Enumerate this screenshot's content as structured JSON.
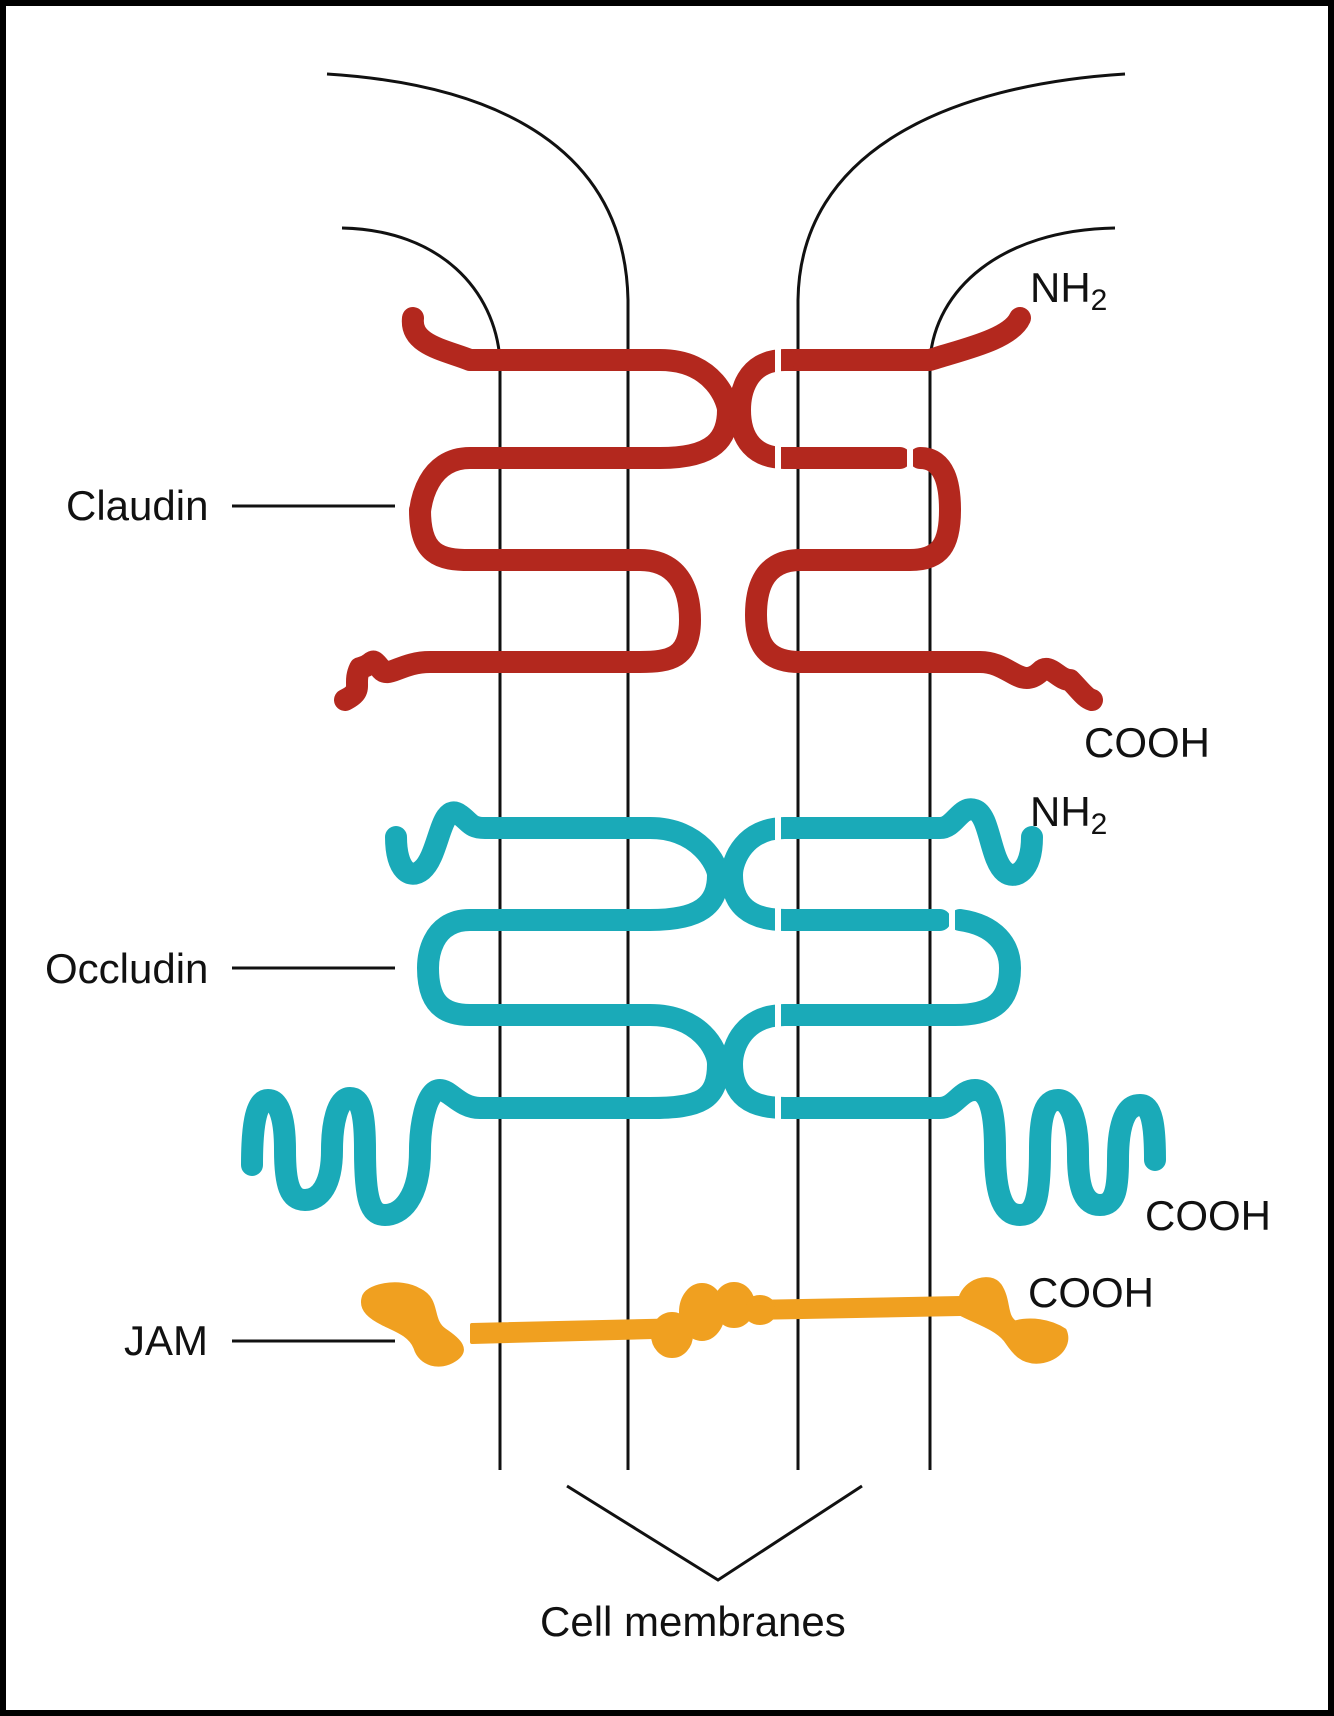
{
  "labels": {
    "claudin": "Claudin",
    "occludin": "Occludin",
    "jam": "JAM",
    "cell_membranes": "Cell membranes",
    "claudin_n_terminus": "NH",
    "claudin_n_sub": "2",
    "claudin_c_terminus": "COOH",
    "occludin_n_terminus": "NH",
    "occludin_n_sub": "2",
    "occludin_c_terminus": "COOH",
    "jam_c_terminus": "COOH"
  },
  "colors": {
    "claudin": "#b3281e",
    "occludin": "#1aaab8",
    "jam": "#f0a020",
    "membrane": "#111111",
    "frame": "#000000"
  }
}
